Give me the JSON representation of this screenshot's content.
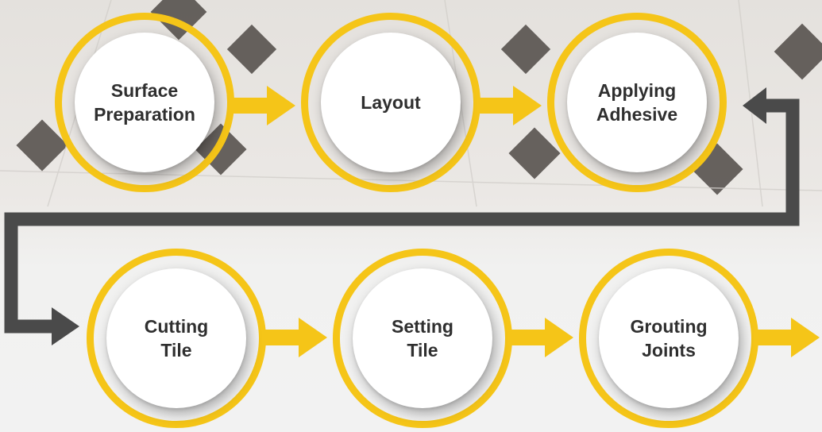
{
  "colors": {
    "ring": "#f5c518",
    "arrow": "#f5c518",
    "connector": "#4a4a4a"
  },
  "steps": [
    {
      "label": "Surface\nPreparation"
    },
    {
      "label": "Layout"
    },
    {
      "label": "Applying\nAdhesive"
    },
    {
      "label": "Cutting\nTile"
    },
    {
      "label": "Setting\nTile"
    },
    {
      "label": "Grouting\nJoints"
    }
  ]
}
